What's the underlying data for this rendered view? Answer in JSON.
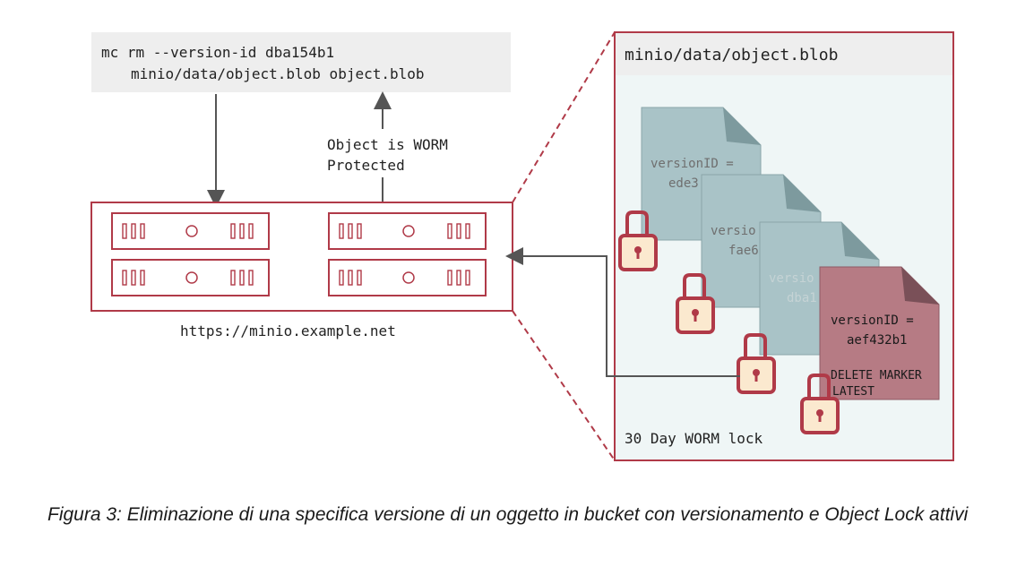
{
  "command": {
    "line1": "mc rm --version-id dba154b1",
    "line2": "minio/data/object.blob object.blob"
  },
  "response": {
    "line1": "Object is WORM",
    "line2": "Protected"
  },
  "server": {
    "url": "https://minio.example.net"
  },
  "bucket": {
    "path": "minio/data/object.blob",
    "lock_label": "30 Day WORM lock",
    "versions": [
      {
        "line1": "versionID =",
        "line2": "ede3"
      },
      {
        "line1": "versio",
        "line2": "fae6"
      },
      {
        "line1": "versio",
        "line2": "dba1"
      },
      {
        "line1": "versionID =",
        "line2": "aef432b1",
        "marker1": "DELETE MARKER",
        "marker2": "LATEST"
      }
    ]
  },
  "caption": "Figura 3: Eliminazione di una specifica versione di un oggetto in bucket con versionamento e Object Lock attivi",
  "colors": {
    "accent": "#b03a48",
    "doc_fill": "#a9c3c7",
    "doc_fold": "#7d9a9e",
    "delete_fill": "#b67b84",
    "lock_fill": "#fbe9cf",
    "panel_bg": "#eff6f6",
    "header_bg": "#eeeeee",
    "arrow": "#555555"
  },
  "icons": {
    "server_rack": "server-rack-icon",
    "lock": "padlock-icon",
    "document": "document-icon"
  }
}
